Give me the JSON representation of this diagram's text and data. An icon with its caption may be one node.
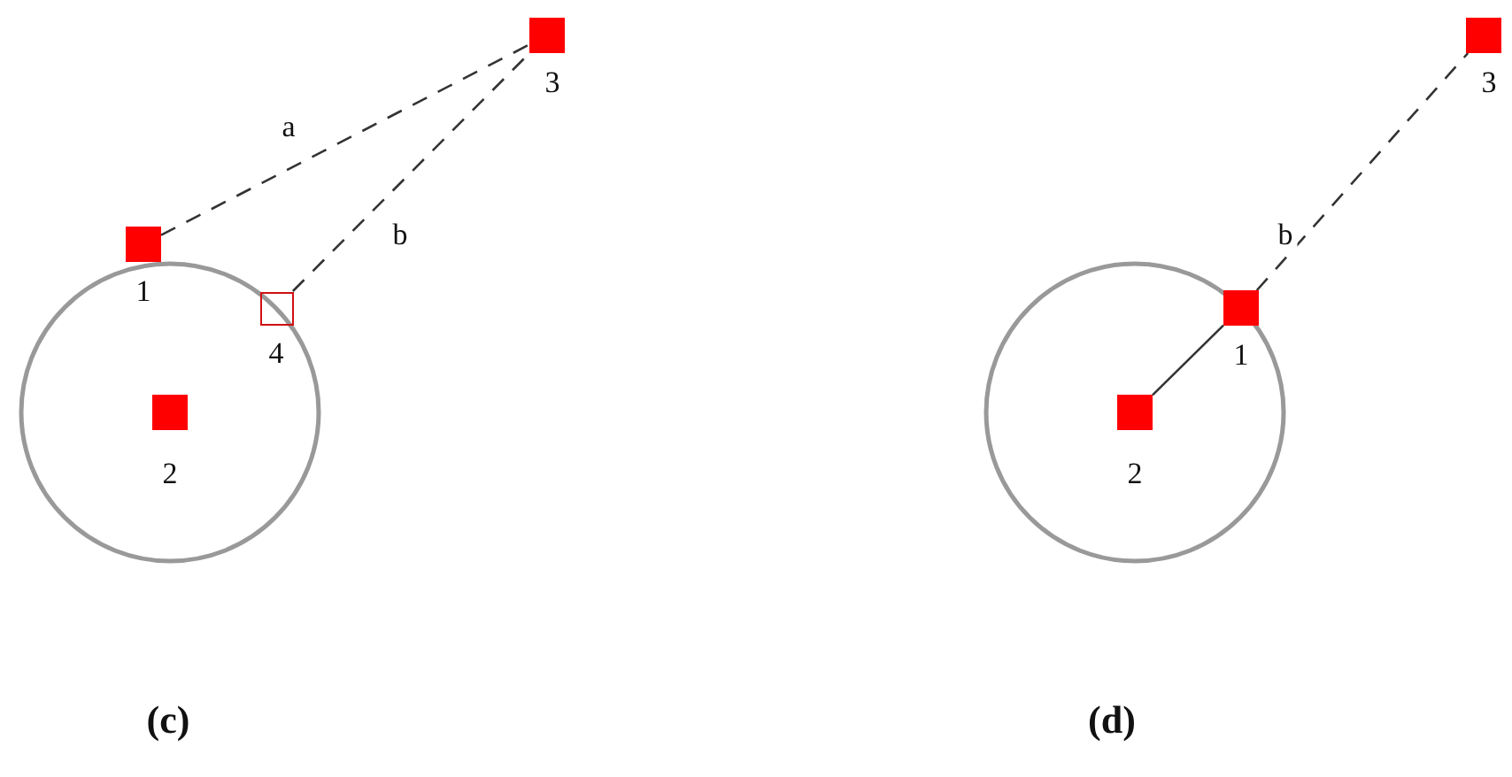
{
  "diagram": {
    "nodes": [
      {
        "text": [],
        "shape": "box",
        "beside": [
          "1"
        ]
      },
      {
        "text": [],
        "shape": "box",
        "beside": [
          "2"
        ]
      },
      {
        "text": [],
        "shape": "box",
        "beside": [
          "3"
        ]
      },
      {
        "text": [],
        "shape": "box",
        "beside": [
          "4"
        ]
      },
      {
        "text": [],
        "shape": "box",
        "beside": [
          "1"
        ]
      },
      {
        "text": [],
        "shape": "box",
        "beside": [
          "2"
        ]
      },
      {
        "text": [],
        "shape": "box",
        "beside": [
          "3"
        ]
      }
    ],
    "edges": [
      {
        "from": 0,
        "to": 2,
        "arrow": "none",
        "label": "a",
        "style": "dashed"
      },
      {
        "from": 3,
        "to": 2,
        "arrow": "none",
        "label": "b",
        "style": "dashed"
      },
      {
        "from": 5,
        "to": 4,
        "arrow": "none"
      },
      {
        "from": 4,
        "to": 6,
        "arrow": "none",
        "label": "b",
        "style": "dashed"
      }
    ],
    "labels": [
      "(c)",
      "(d)"
    ]
  }
}
